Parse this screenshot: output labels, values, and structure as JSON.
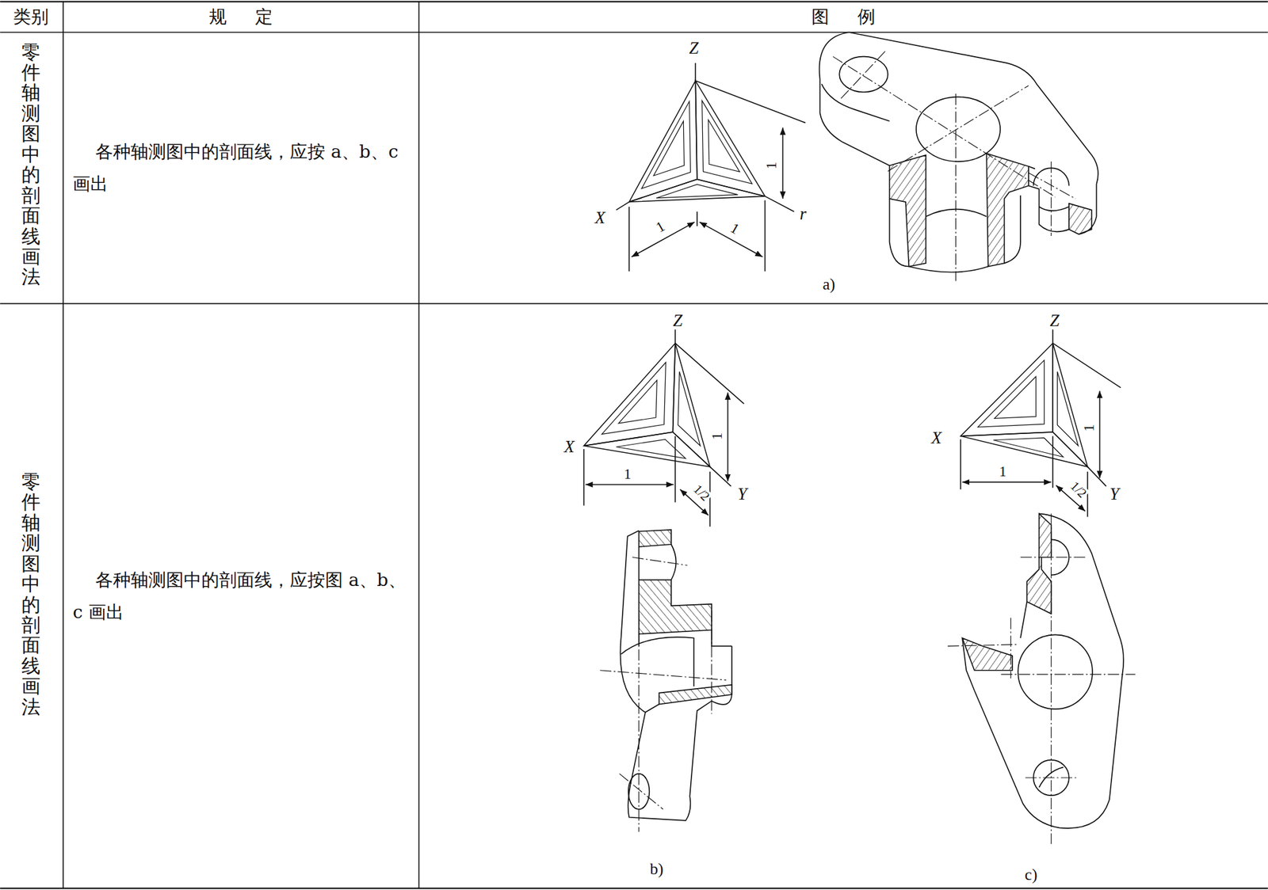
{
  "diagram": {
    "labels": [
      "类别",
      "规定",
      "图例",
      "零件轴测图中的剖面线画法",
      "各种轴测图中的剖面线，应按 a、b、c 画出",
      "Z",
      "X",
      "r",
      "1",
      "1",
      "1",
      "a)",
      "零件轴测图中的剖面线画法",
      "各种轴测图中的剖面线，应按图 a、b、c 画出",
      "Z",
      "X",
      "Y",
      "1",
      "1/2",
      "1",
      "b)",
      "Z",
      "X",
      "Y",
      "1",
      "1/2",
      "1",
      "c)"
    ]
  }
}
